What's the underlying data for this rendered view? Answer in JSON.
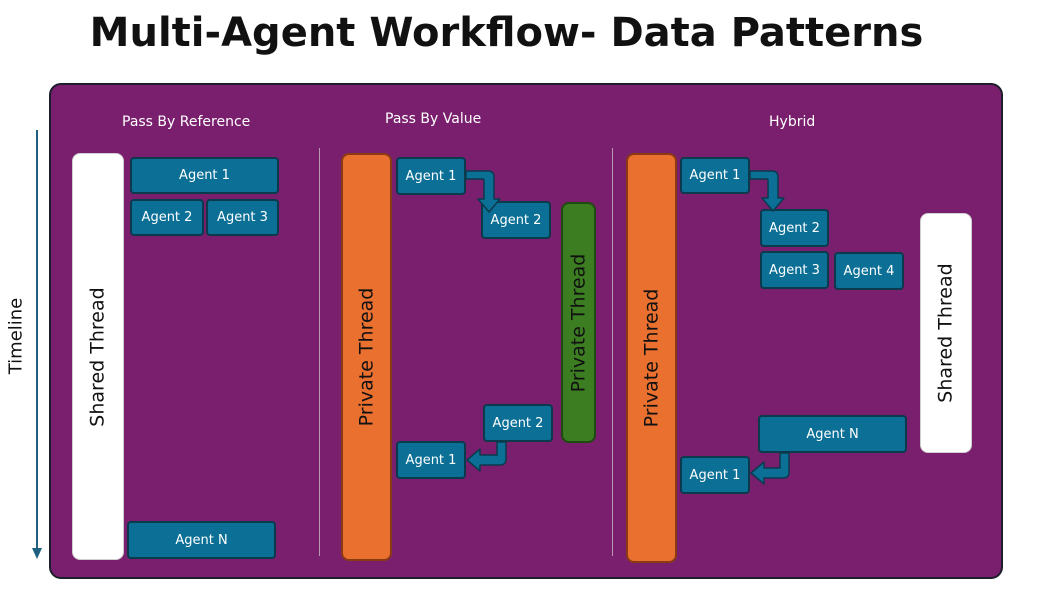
{
  "title": "Multi-Agent Workflow- Data Patterns",
  "timeline_label": "Timeline",
  "sections": {
    "reference": {
      "title": "Pass By Reference",
      "thread": "Shared Thread",
      "agents": [
        "Agent 1",
        "Agent 2",
        "Agent 3",
        "Agent N"
      ]
    },
    "value": {
      "title": "Pass By Value",
      "thread_left": "Private Thread",
      "thread_right": "Private Thread",
      "agents": [
        "Agent 1",
        "Agent 2",
        "Agent 2",
        "Agent 1"
      ]
    },
    "hybrid": {
      "title": "Hybrid",
      "thread_left": "Private Thread",
      "thread_right": "Shared Thread",
      "agents": [
        "Agent 1",
        "Agent 2",
        "Agent 3",
        "Agent 4",
        "Agent N",
        "Agent 1"
      ]
    }
  },
  "colors": {
    "panel": "#7a1f6e",
    "agent": "#0b6f96",
    "private_thread": "#ea7030",
    "private_thread_alt": "#3c7d22",
    "shared_thread": "#ffffff"
  }
}
